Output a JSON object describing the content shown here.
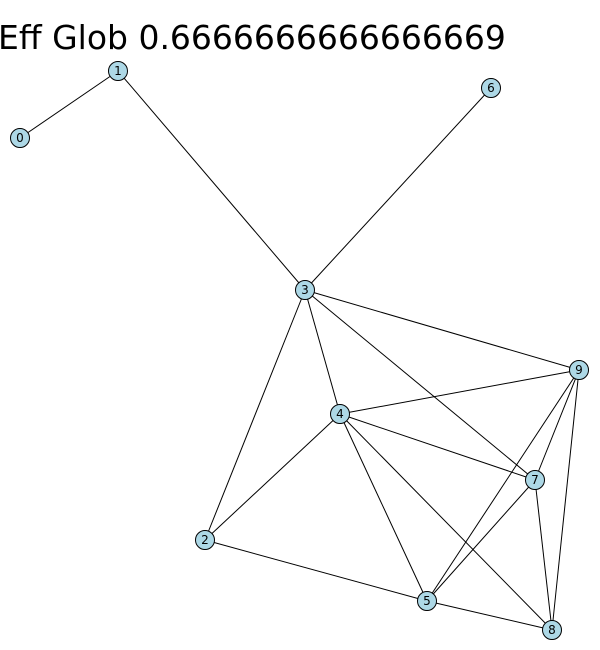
{
  "figure": {
    "title": "Eff Glob 0.6666666666666669"
  },
  "graph": {
    "node_color": "#add8e6",
    "edge_color": "#000000",
    "nodes": [
      {
        "id": "0",
        "label": "0"
      },
      {
        "id": "1",
        "label": "1"
      },
      {
        "id": "2",
        "label": "2"
      },
      {
        "id": "3",
        "label": "3"
      },
      {
        "id": "4",
        "label": "4"
      },
      {
        "id": "5",
        "label": "5"
      },
      {
        "id": "6",
        "label": "6"
      },
      {
        "id": "7",
        "label": "7"
      },
      {
        "id": "8",
        "label": "8"
      },
      {
        "id": "9",
        "label": "9"
      }
    ],
    "edges": [
      [
        "0",
        "1"
      ],
      [
        "1",
        "3"
      ],
      [
        "6",
        "3"
      ],
      [
        "3",
        "9"
      ],
      [
        "3",
        "4"
      ],
      [
        "3",
        "7"
      ],
      [
        "3",
        "2"
      ],
      [
        "4",
        "9"
      ],
      [
        "4",
        "7"
      ],
      [
        "4",
        "2"
      ],
      [
        "4",
        "5"
      ],
      [
        "4",
        "8"
      ],
      [
        "2",
        "5"
      ],
      [
        "5",
        "8"
      ],
      [
        "5",
        "9"
      ],
      [
        "5",
        "7"
      ],
      [
        "7",
        "9"
      ],
      [
        "7",
        "8"
      ],
      [
        "9",
        "8"
      ]
    ]
  }
}
